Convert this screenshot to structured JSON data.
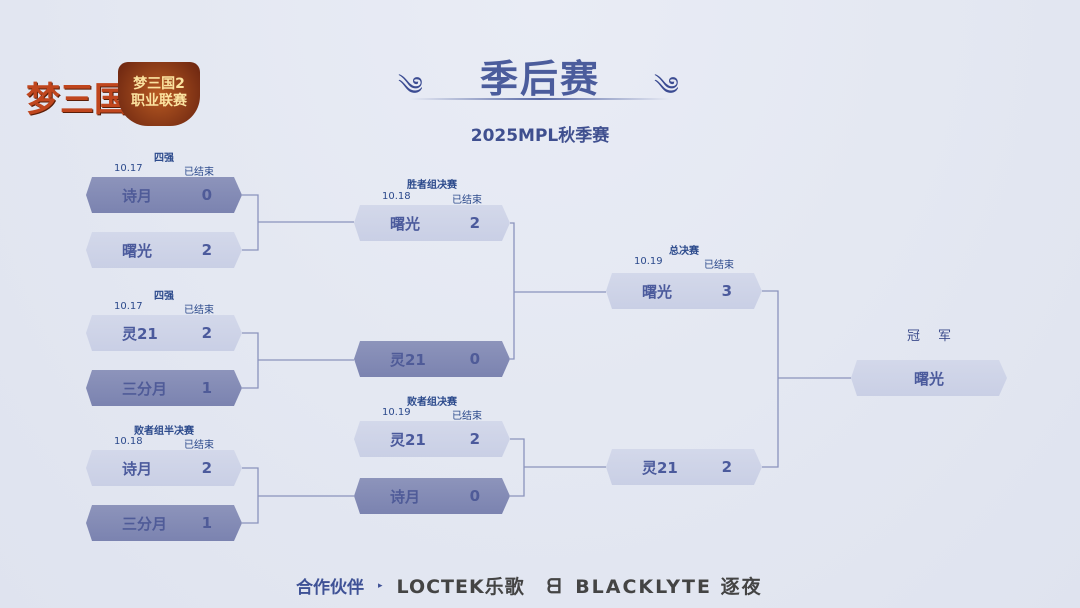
{
  "header": {
    "title": "季后赛",
    "subtitle": "2025MPL秋季赛",
    "logo_game": "梦三国",
    "logo_league": "梦三国2 职业联赛"
  },
  "matches": {
    "qf1": {
      "label": "四强",
      "date": "10.17",
      "status": "已结束",
      "teams": [
        {
          "name": "诗月",
          "score": "0"
        },
        {
          "name": "曙光",
          "score": "2"
        }
      ]
    },
    "qf2": {
      "label": "四强",
      "date": "10.17",
      "status": "已结束",
      "teams": [
        {
          "name": "灵21",
          "score": "2"
        },
        {
          "name": "三分月",
          "score": "1"
        }
      ]
    },
    "lsf": {
      "label": "败者组半决赛",
      "date": "10.18",
      "status": "已结束",
      "teams": [
        {
          "name": "诗月",
          "score": "2"
        },
        {
          "name": "三分月",
          "score": "1"
        }
      ]
    },
    "wf": {
      "label": "胜者组决赛",
      "date": "10.18",
      "status": "已结束",
      "teams": [
        {
          "name": "曙光",
          "score": "2"
        },
        {
          "name": "灵21",
          "score": "0"
        }
      ]
    },
    "lf": {
      "label": "败者组决赛",
      "date": "10.19",
      "status": "已结束",
      "teams": [
        {
          "name": "灵21",
          "score": "2"
        },
        {
          "name": "诗月",
          "score": "0"
        }
      ]
    },
    "gf": {
      "label": "总决赛",
      "date": "10.19",
      "status": "已结束",
      "teams": [
        {
          "name": "曙光",
          "score": "3"
        },
        {
          "name": "灵21",
          "score": "2"
        }
      ]
    }
  },
  "champion": {
    "label": "冠军",
    "name": "曙光"
  },
  "footer": {
    "partner_label": "合作伙伴",
    "sponsors": [
      "LOCTEK乐歌",
      "BLACKLYTE 逐夜"
    ]
  }
}
